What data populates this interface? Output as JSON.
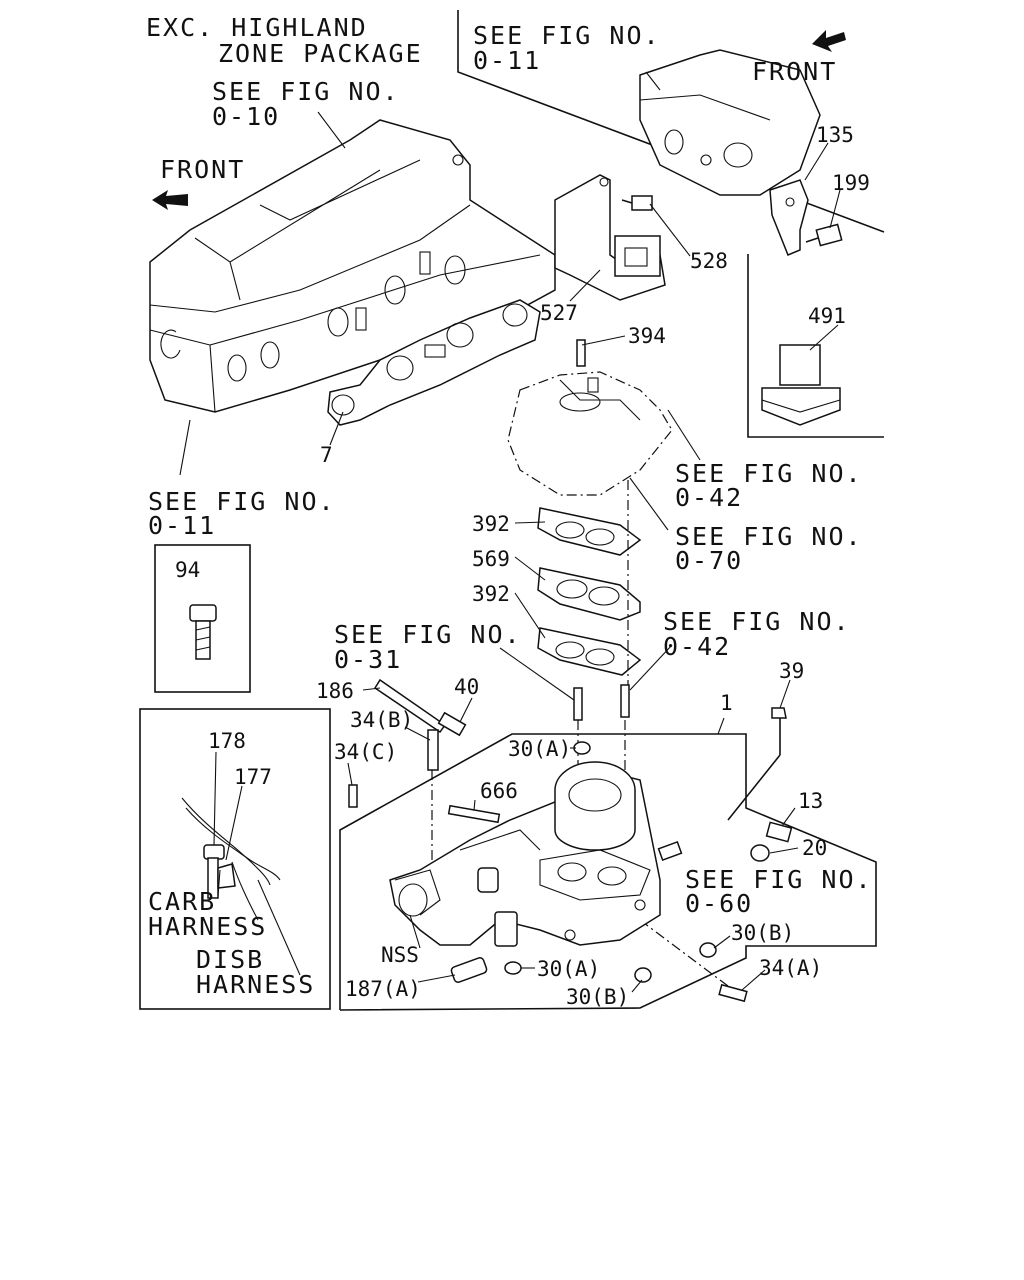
{
  "notes": {
    "exclusion_line1": "EXC. HIGHLAND",
    "exclusion_line2": "ZONE PACKAGE",
    "front_left": "FRONT",
    "front_right": "FRONT"
  },
  "references": {
    "ref_0_10": {
      "line1": "SEE FIG NO.",
      "line2": "0-10"
    },
    "ref_0_11_top": {
      "line1": "SEE FIG NO.",
      "line2": "0-11"
    },
    "ref_0_11_left": {
      "line1": "SEE FIG NO.",
      "line2": "0-11"
    },
    "ref_0_42_upper": {
      "line1": "SEE FIG NO.",
      "line2": "0-42"
    },
    "ref_0_70": {
      "line1": "SEE FIG NO.",
      "line2": "0-70"
    },
    "ref_0_42_lower": {
      "line1": "SEE FIG NO.",
      "line2": "0-42"
    },
    "ref_0_31": {
      "line1": "SEE FIG NO.",
      "line2": "0-31"
    },
    "ref_0_60": {
      "line1": "SEE FIG NO.",
      "line2": "0-60"
    }
  },
  "callouts": {
    "c135": "135",
    "c199": "199",
    "c528": "528",
    "c527": "527",
    "c394": "394",
    "c491": "491",
    "c7": "7",
    "c392a": "392",
    "c569": "569",
    "c392b": "392",
    "c94": "94",
    "c186": "186",
    "c40": "40",
    "c34b": "34(B)",
    "c34c": "34(C)",
    "c30a_top": "30(A)",
    "c1": "1",
    "c39": "39",
    "c666": "666",
    "c13": "13",
    "c20": "20",
    "c178": "178",
    "c177": "177",
    "c30b_right": "30(B)",
    "c30a_bottom": "30(A)",
    "c34a": "34(A)",
    "c30b_bottom": "30(B)",
    "c187a": "187(A)",
    "nss": "NSS"
  },
  "harness": {
    "carb_line1": "CARB",
    "carb_line2": "HARNESS",
    "disb_line1": "DISB",
    "disb_line2": "HARNESS"
  },
  "icons": [
    "front-arrow-icon"
  ]
}
